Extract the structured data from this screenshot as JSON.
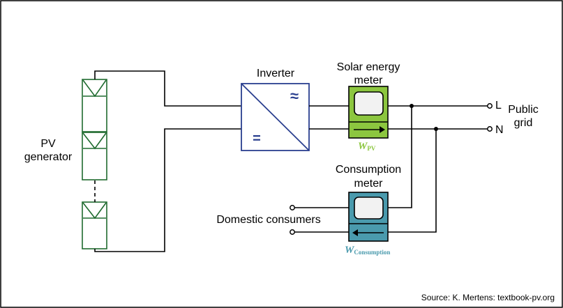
{
  "colors": {
    "pv_module": "#1f6b2f",
    "inverter": "#2a3f8f",
    "solar_meter": "#8cc63f",
    "consumption_meter": "#4a9aad",
    "wire": "#000000"
  },
  "labels": {
    "pv_generator_line1": "PV",
    "pv_generator_line2": "generator",
    "inverter": "Inverter",
    "inverter_ac_symbol": "≈",
    "inverter_dc_symbol": "=",
    "solar_meter_line1": "Solar energy",
    "solar_meter_line2": "meter",
    "consumption_meter_line1": "Consumption",
    "consumption_meter_line2": "meter",
    "w_pv_symbol": "W",
    "w_pv_subscript": "PV",
    "w_consumption_symbol": "W",
    "w_consumption_subscript": "Consumption",
    "terminal_L": "L",
    "terminal_N": "N",
    "public_grid_line1": "Public",
    "public_grid_line2": "grid",
    "domestic_consumers": "Domestic consumers",
    "source": "Source: K. Mertens: textbook-pv.org"
  }
}
